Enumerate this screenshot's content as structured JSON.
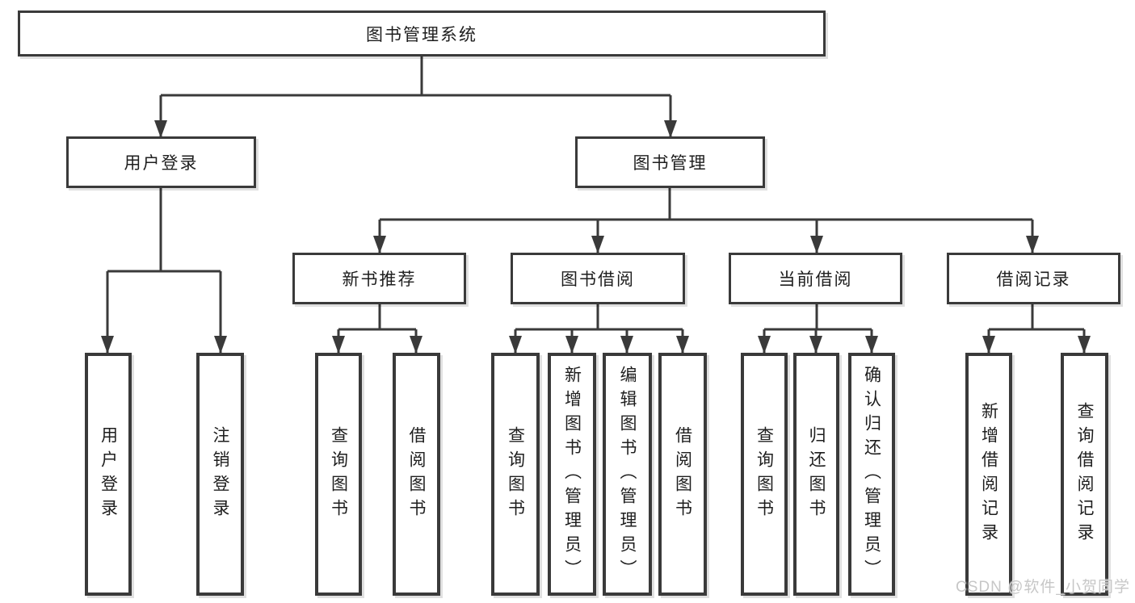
{
  "diagram": {
    "root": {
      "label": "图书管理系统"
    },
    "level2": [
      {
        "label": "用户登录"
      },
      {
        "label": "图书管理"
      }
    ],
    "level3": [
      {
        "label": "新书推荐"
      },
      {
        "label": "图书借阅"
      },
      {
        "label": "当前借阅"
      },
      {
        "label": "借阅记录"
      }
    ],
    "leaves": {
      "user_login": [
        {
          "label": "用户登录"
        },
        {
          "label": "注销登录"
        }
      ],
      "new_book": [
        {
          "label": "查询图书"
        },
        {
          "label": "借阅图书"
        }
      ],
      "book_borrow": [
        {
          "label": "查询图书"
        },
        {
          "label": "新增图书（管理员）"
        },
        {
          "label": "编辑图书（管理员）"
        },
        {
          "label": "借阅图书"
        }
      ],
      "current_borrow": [
        {
          "label": "查询图书"
        },
        {
          "label": "归还图书"
        },
        {
          "label": "确认归还（管理员）"
        }
      ],
      "borrow_record": [
        {
          "label": "新增借阅记录"
        },
        {
          "label": "查询借阅记录"
        }
      ]
    },
    "watermark": "CSDN @软件_小贺同学",
    "colors": {
      "line": "#3a3a3a",
      "box_border": "#3a3a3a",
      "box_background": "#ffffff",
      "text": "#1e1e1e",
      "watermark": "#c7c7c7"
    }
  }
}
